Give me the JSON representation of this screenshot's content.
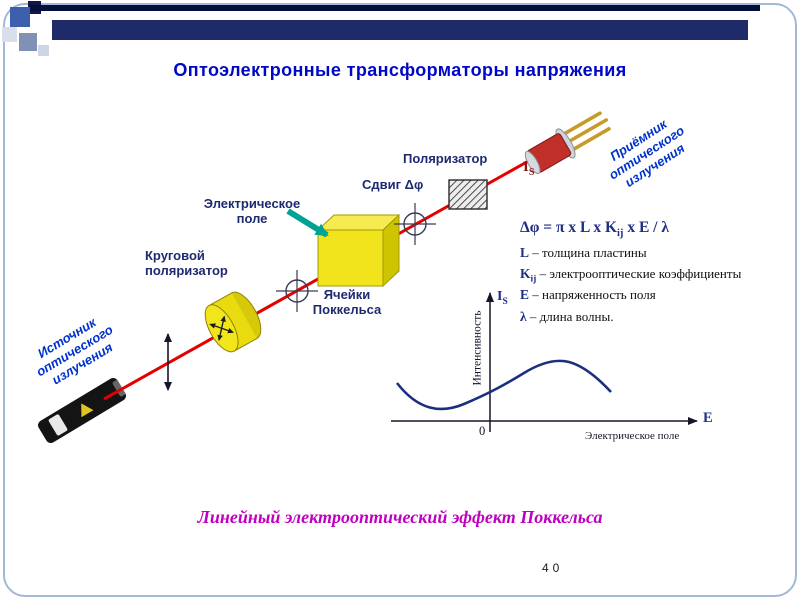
{
  "slide": {
    "title": "Оптоэлектронные трансформаторы напряжения",
    "caption": "Линейный электрооптический эффект Поккельса",
    "page_number": "40"
  },
  "diagram": {
    "source_label": "Источник\nоптического\nизлучения",
    "circular_polarizer_label": "Круговой\nполяризатор",
    "electric_field_label": "Электрическое\nполе",
    "pockels_cells_label": "Ячейки\nПоккельса",
    "phase_shift_label": "Сдвиг Δφ",
    "polarizer_label": "Поляризатор",
    "receiver_label": "Приёмник\nоптического\nизлучения",
    "detector_current": {
      "base": "I",
      "sub": "S"
    }
  },
  "formula": {
    "lhs": "Δφ = π x L x K",
    "sub": "ij",
    "rhs": " x E / λ"
  },
  "legend": [
    {
      "sym": "L",
      "sub": "",
      "text": " – толщина пластины"
    },
    {
      "sym": "K",
      "sub": "ij",
      "text": " – электрооптические коэффициенты"
    },
    {
      "sym": "E",
      "sub": "",
      "text": " – напряженность поля"
    },
    {
      "sym": "λ",
      "sub": "",
      "text": " – длина волны."
    }
  ],
  "graph": {
    "y_axis_label": "Интенсивность",
    "y_marker": {
      "base": "I",
      "sub": "S"
    },
    "origin_label": "0",
    "x_symbol": "E",
    "x_axis_label": "Электрическое поле"
  },
  "chart_data": {
    "type": "line",
    "xlabel": "Электрическое поле",
    "ylabel": "Интенсивность",
    "x": [
      -1.0,
      -0.75,
      -0.5,
      -0.25,
      0,
      0.25,
      0.5,
      0.75,
      1.0,
      1.25
    ],
    "values": [
      0.45,
      0.2,
      0.08,
      0.15,
      0.3,
      0.5,
      0.68,
      0.75,
      0.7,
      0.45
    ],
    "axis_numeric_labels": false,
    "annotations": [
      "IS",
      "0",
      "E"
    ]
  },
  "colors": {
    "title_blue": "#0008c8",
    "label_navy": "#1e2a70",
    "rotated_blue": "#0033cc",
    "beam_red": "#e50000",
    "field_arrow_teal": "#00a393",
    "crystal_yellow": "#f2e41c",
    "caption_magenta": "#c000c0",
    "current_dark_red": "#8b1515",
    "header_bar_navy": "#1e2a6a"
  }
}
